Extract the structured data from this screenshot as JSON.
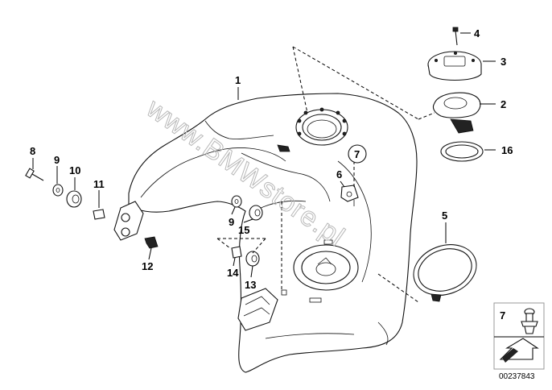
{
  "callouts": {
    "c1": "1",
    "c2": "2",
    "c3": "3",
    "c4": "4",
    "c5": "5",
    "c6": "6",
    "c7": "7",
    "c8": "8",
    "c9a": "9",
    "c9b": "9",
    "c10": "10",
    "c11": "11",
    "c12": "12",
    "c13": "13",
    "c14": "14",
    "c15": "15",
    "c16": "16"
  },
  "inset": {
    "callout": "7"
  },
  "watermark": "www.BMWstore.pl",
  "diagram_id": "00237843"
}
